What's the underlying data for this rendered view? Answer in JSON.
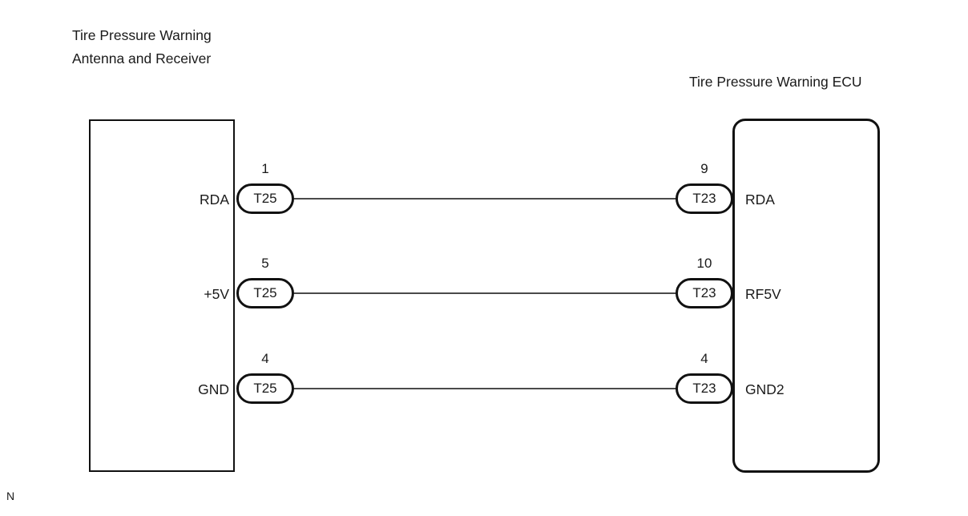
{
  "diagram": {
    "left_component": {
      "title": "Tire Pressure Warning\nAntenna and Receiver"
    },
    "right_component": {
      "title": "Tire Pressure Warning ECU"
    },
    "rows": [
      {
        "left_pin": "1",
        "left_connector": "T25",
        "left_label": "RDA",
        "right_pin": "9",
        "right_connector": "T23",
        "right_label": "RDA"
      },
      {
        "left_pin": "5",
        "left_connector": "T25",
        "left_label": "+5V",
        "right_pin": "10",
        "right_connector": "T23",
        "right_label": "RF5V"
      },
      {
        "left_pin": "4",
        "left_connector": "T25",
        "left_label": "GND",
        "right_pin": "4",
        "right_connector": "T23",
        "right_label": "GND2"
      }
    ],
    "footnote": "N",
    "colors": {
      "outline": "#111111",
      "wire": "#4a4a4a",
      "text": "#1a1a1a",
      "background": "#ffffff"
    }
  }
}
